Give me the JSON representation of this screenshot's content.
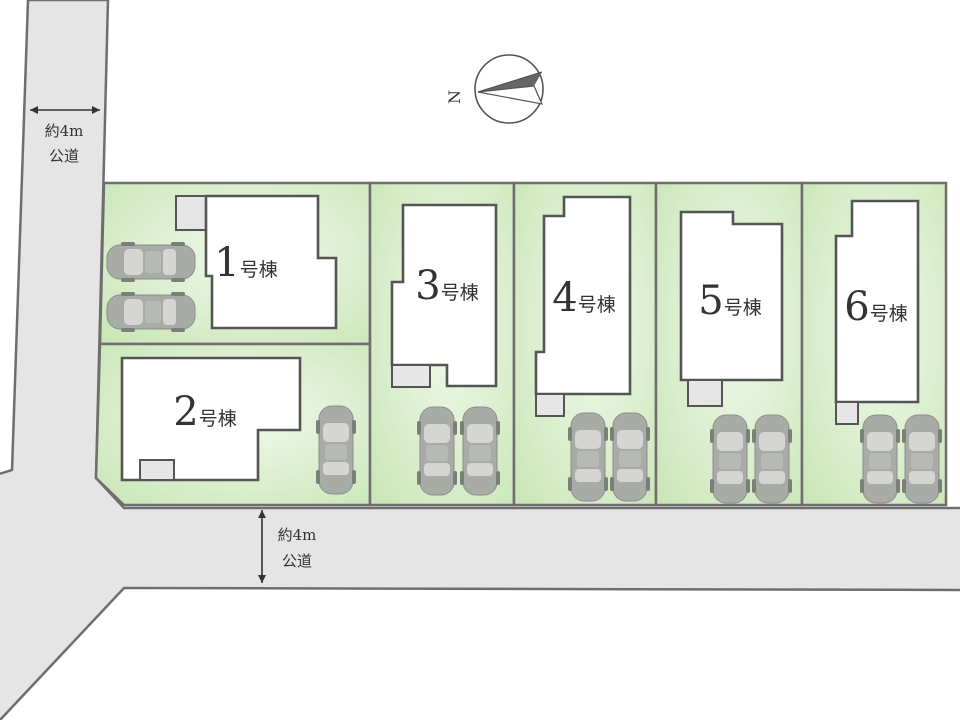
{
  "map": {
    "compass": {
      "label": "N"
    },
    "roads": [
      {
        "id": "west",
        "width_label": "約4m",
        "type_label": "公道"
      },
      {
        "id": "south",
        "width_label": "約4m",
        "type_label": "公道"
      }
    ],
    "buildings": [
      {
        "number": "1",
        "suffix": "号棟",
        "parking": 2
      },
      {
        "number": "2",
        "suffix": "号棟",
        "parking": 1
      },
      {
        "number": "3",
        "suffix": "号棟",
        "parking": 2
      },
      {
        "number": "4",
        "suffix": "号棟",
        "parking": 2
      },
      {
        "number": "5",
        "suffix": "号棟",
        "parking": 2
      },
      {
        "number": "6",
        "suffix": "号棟",
        "parking": 2
      }
    ],
    "colors": {
      "lot_green": "#cfe9bf",
      "lot_green_light": "#eef8e8",
      "road_gray": "#e5e5e5",
      "border": "#6e6e6e",
      "car_gray": "#a8aaa6"
    }
  }
}
